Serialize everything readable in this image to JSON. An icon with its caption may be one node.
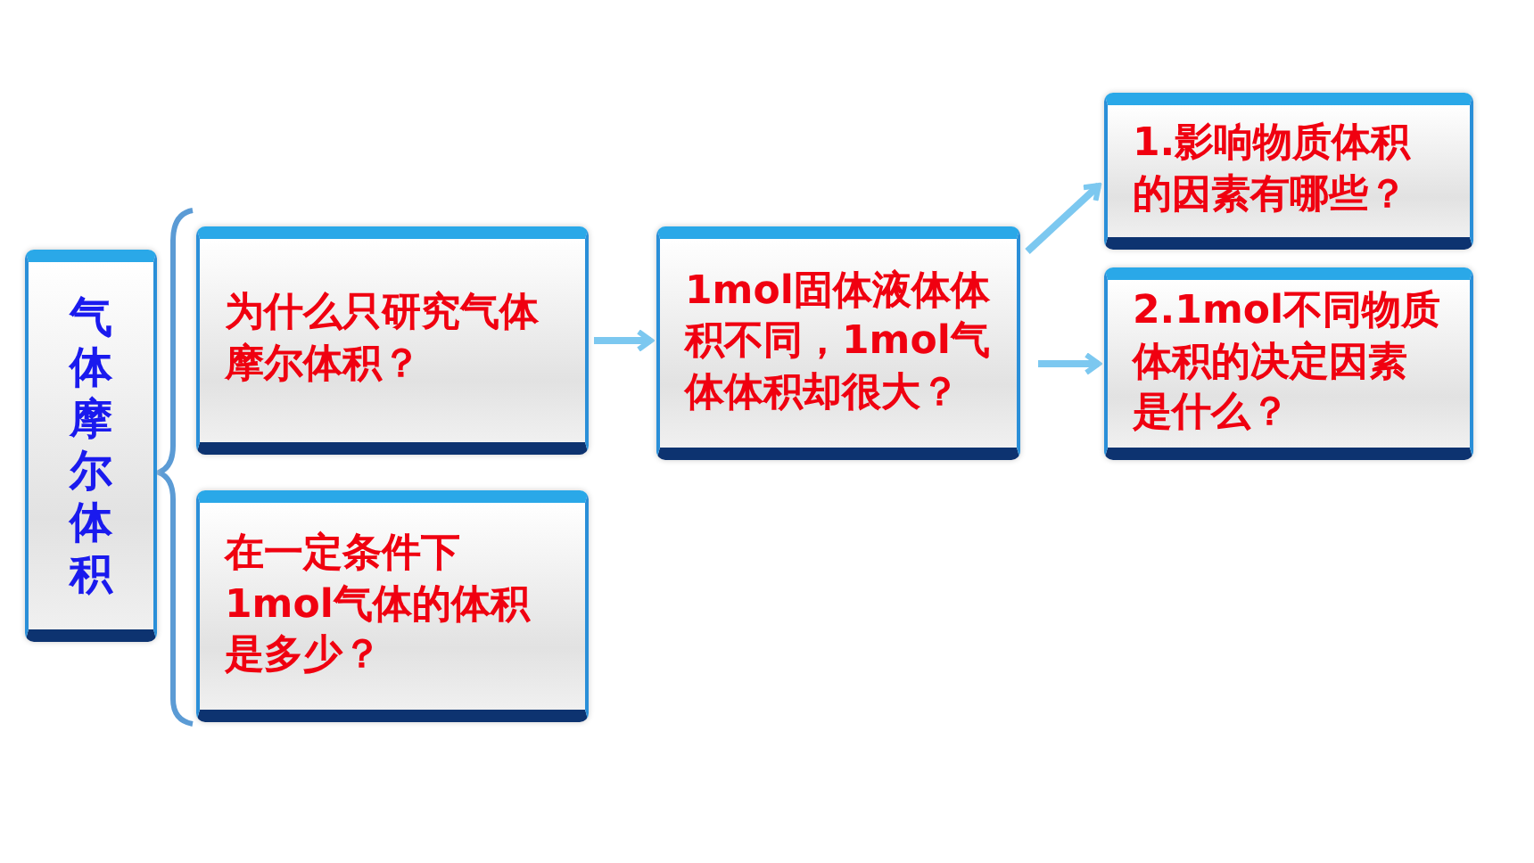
{
  "diagram": {
    "nodes": [
      {
        "text": [
          "气体摩尔体积"
        ]
      },
      {
        "text": [
          "为什么只研究气体摩尔体积？"
        ]
      },
      {
        "text": [
          "在一定条件下1mol气体的体积是多少？"
        ]
      },
      {
        "text": [
          "1mol固体液体体积不同，1mol气体体积却很大？"
        ]
      },
      {
        "text": [
          "1.影响物质体积的因素有哪些？"
        ]
      },
      {
        "text": [
          "2.1mol不同物质体积的决定因素是什么？"
        ]
      }
    ],
    "edges": [
      {
        "from": 1,
        "to": 3,
        "arrow": "to"
      },
      {
        "from": 3,
        "to": 4,
        "arrow": "to"
      },
      {
        "from": 3,
        "to": 5,
        "arrow": "to"
      }
    ]
  }
}
